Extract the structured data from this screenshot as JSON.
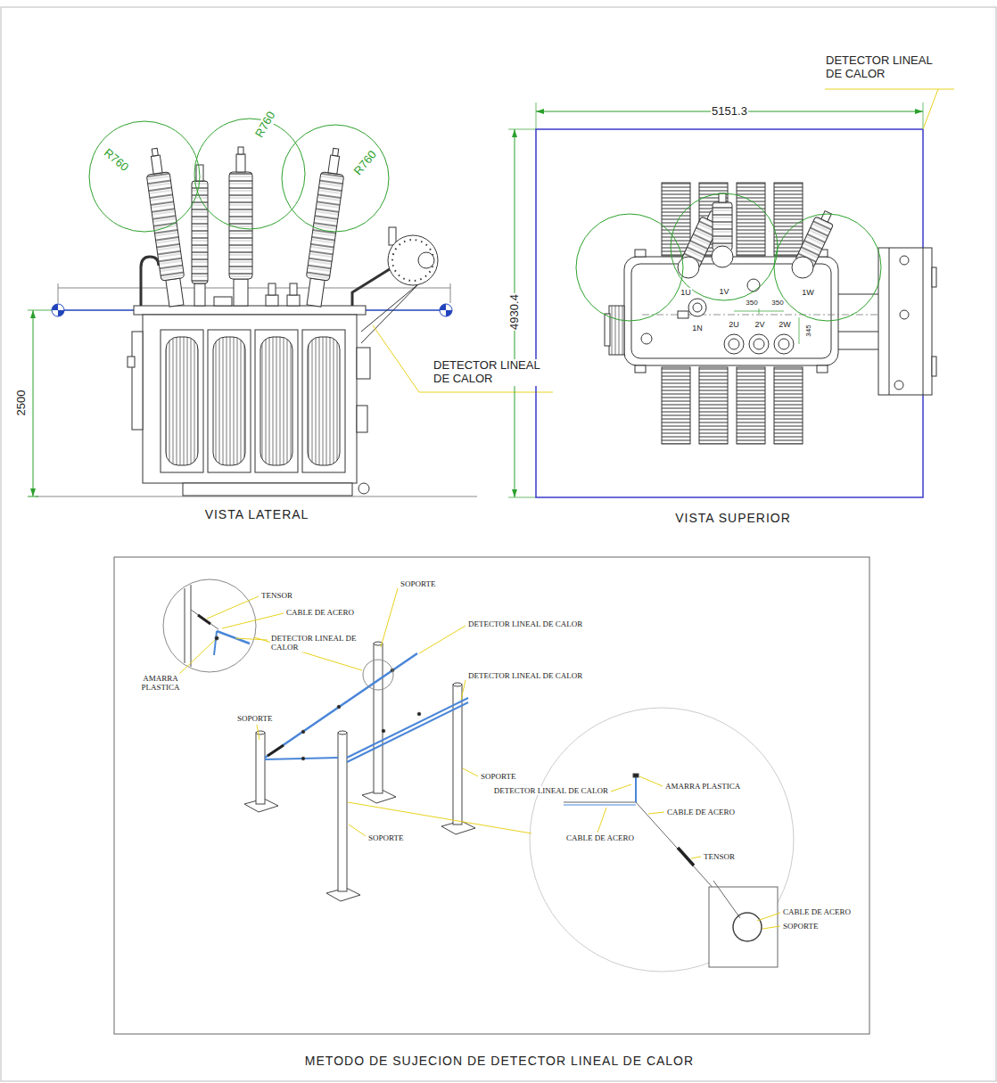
{
  "diagram": {
    "caption": "METODO DE SUJECION DE DETECTOR LINEAL DE CALOR",
    "labels": [
      "DETECTOR LINEAL DE CALOR",
      "5151.3",
      "4930.4",
      "R760",
      "R760",
      "R760",
      "2500",
      "DETECTOR LINEAL DE CALOR",
      "VISTA LATERAL",
      "VISTA SUPERIOR",
      "1U",
      "1V",
      "1W",
      "1N",
      "350",
      "350",
      "2U",
      "2V",
      "2W",
      "345",
      "TENSOR",
      "CABLE DE ACERO",
      "DETECTOR LINEAL DE CALOR",
      "AMARRA PLASTICA",
      "SOPORTE",
      "DETECTOR LINEAL DE CALOR",
      "DETECTOR LINEAL DE CALOR",
      "SOPORTE",
      "SOPORTE",
      "SOPORTE",
      "AMARRA PLASTICA",
      "DETECTOR LINEAL DE CALOR",
      "CABLE DE ACERO",
      "CABLE DE ACERO",
      "TENSOR",
      "CABLE DE ACERO",
      "SOPORTE"
    ]
  }
}
